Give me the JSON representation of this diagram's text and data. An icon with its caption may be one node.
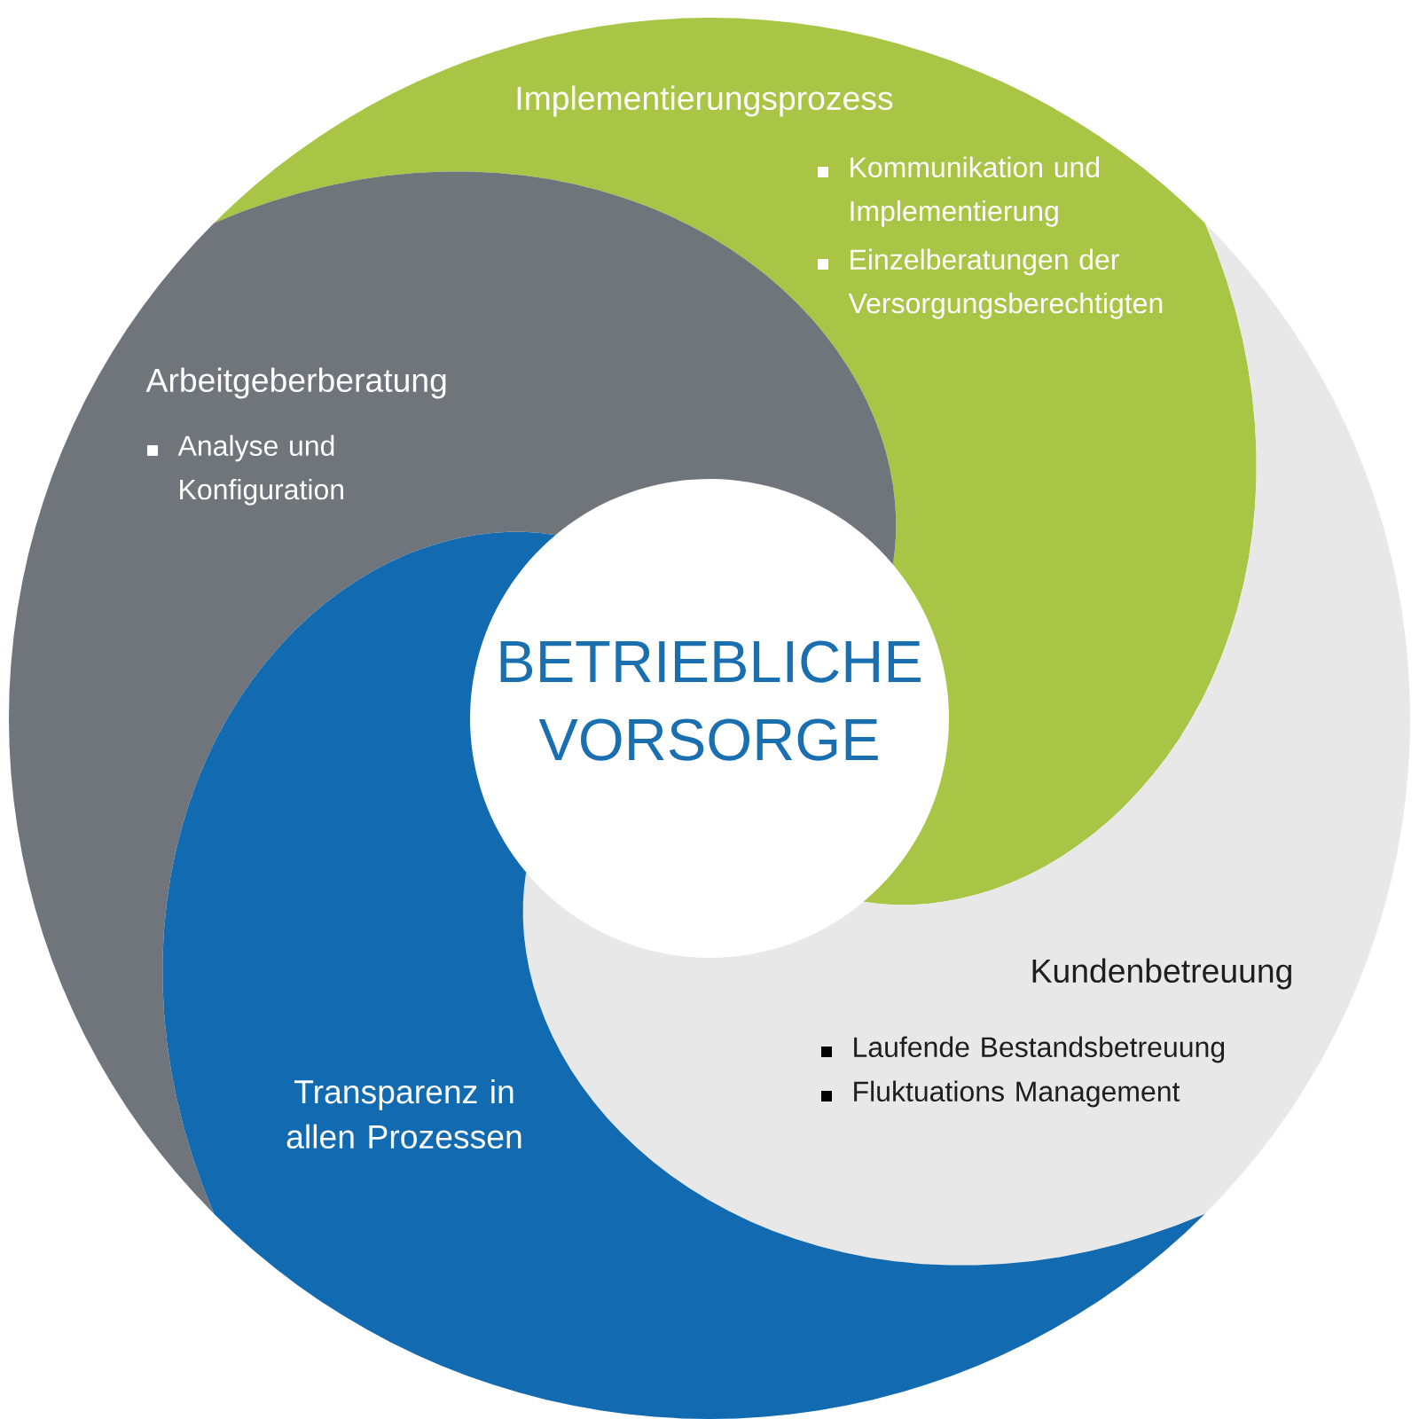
{
  "diagram": {
    "nodes": [
      {
        "text": [
          "BETRIEBLICHE VORSORGE"
        ]
      },
      {
        "text": [
          "Implementierungsprozess",
          "Kommunikation und Implementierung",
          "Einzelberatungen der Versorgungsberechtigten"
        ]
      },
      {
        "text": [
          "Arbeitgeberberatung",
          "Analyse und Konfiguration"
        ]
      },
      {
        "text": [
          "Kundenbetreuung",
          "Laufende Bestandsbetreuung",
          "Fluktuations Management"
        ]
      },
      {
        "text": [
          "Transparenz in allen Prozessen"
        ]
      }
    ]
  }
}
